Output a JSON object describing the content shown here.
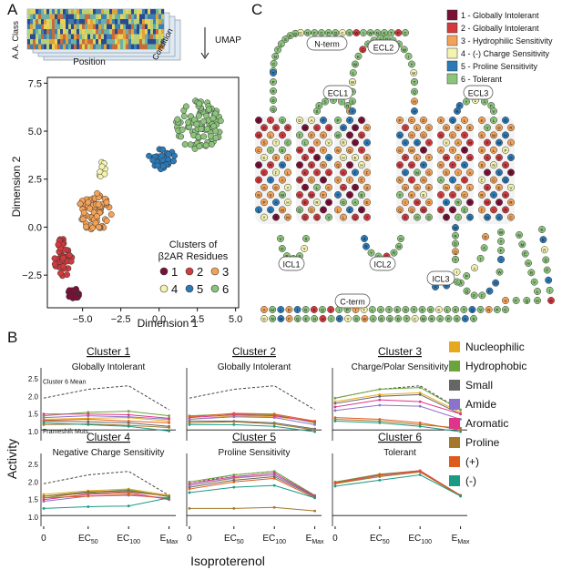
{
  "panel_labels": {
    "a": "A",
    "b": "B",
    "c": "C"
  },
  "panel_a": {
    "heatmap": {
      "y_label": "A.A. Class",
      "x_label": "Position",
      "z_label": "Condition",
      "arrow_label": "UMAP"
    },
    "scatter": {
      "xlabel": "Dimension 1",
      "ylabel": "Dimension 2",
      "legend_title": "Clusters of\nβ2AR Residues",
      "legend": [
        {
          "label": "1",
          "color": "#7b1036"
        },
        {
          "label": "2",
          "color": "#d23a3e"
        },
        {
          "label": "3",
          "color": "#f3a257"
        },
        {
          "label": "4",
          "color": "#f4f3b0"
        },
        {
          "label": "5",
          "color": "#2b7ab8"
        },
        {
          "label": "6",
          "color": "#8cc47c"
        }
      ],
      "x_ticks": [
        "−5.0",
        "−2.5",
        "0.0",
        "2.5",
        "5.0"
      ],
      "y_ticks": [
        "7.5",
        "5.0",
        "2.5",
        "0.0",
        "−2.5"
      ]
    }
  },
  "panel_c": {
    "legend": [
      {
        "label": "1 - Globally Intolerant",
        "color": "#7b1036"
      },
      {
        "label": "2 - Globally Intolerant",
        "color": "#d23a3e"
      },
      {
        "label": "3 - Hydrophilic Sensitivity",
        "color": "#f3a257"
      },
      {
        "label": "4 - (-) Charge Sensitivity",
        "color": "#f4f3b0"
      },
      {
        "label": "5 - Proline Sensitivity",
        "color": "#2b7ab8"
      },
      {
        "label": "6 - Tolerant",
        "color": "#8cc47c"
      }
    ],
    "labels": [
      "N-term",
      "ECL1",
      "ECL2",
      "ECL3",
      "ICL1",
      "ICL2",
      "ICL3",
      "C-term"
    ]
  },
  "panel_b": {
    "y_axis_label": "Activity",
    "x_axis_label": "Isoproterenol",
    "x_ticks": [
      "0",
      "EC50",
      "EC100",
      "EMax"
    ],
    "y_ticks": [
      "1.0",
      "1.5",
      "2.0",
      "2.5"
    ],
    "annotations": {
      "mean": "Cluster 6 Mean",
      "frameshift": "Frameshift Muts."
    },
    "legend": [
      {
        "label": "Nucleophilic",
        "color": "#e6a91d"
      },
      {
        "label": "Hydrophobic",
        "color": "#6ba43a"
      },
      {
        "label": "Small",
        "color": "#666666"
      },
      {
        "label": "Amide",
        "color": "#8a73c9"
      },
      {
        "label": "Aromatic",
        "color": "#e0338a"
      },
      {
        "label": "Proline",
        "color": "#a6762a"
      },
      {
        "label": "(+)",
        "color": "#de5b1b"
      },
      {
        "label": "(-)",
        "color": "#1a9a82"
      }
    ]
  },
  "chart_data": [
    {
      "type": "line",
      "title": "Cluster 1",
      "subtitle": "Globally Intolerant",
      "x": [
        "0",
        "EC50",
        "EC100",
        "EMax"
      ],
      "ylim": [
        0.9,
        2.6
      ],
      "reference": {
        "cluster6_mean": [
          1.95,
          2.2,
          2.3,
          1.62
        ],
        "frameshift": [
          1.05,
          1.05,
          1.05,
          1.05
        ]
      },
      "series": [
        {
          "name": "Nucleophilic",
          "values": [
            1.35,
            1.38,
            1.4,
            1.3
          ]
        },
        {
          "name": "Hydrophobic",
          "values": [
            1.45,
            1.55,
            1.58,
            1.45
          ]
        },
        {
          "name": "Small",
          "values": [
            1.3,
            1.28,
            1.25,
            1.15
          ]
        },
        {
          "name": "Amide",
          "values": [
            1.4,
            1.45,
            1.42,
            1.35
          ]
        },
        {
          "name": "Aromatic",
          "values": [
            1.5,
            1.5,
            1.48,
            1.38
          ]
        },
        {
          "name": "Proline",
          "values": [
            1.2,
            1.22,
            1.18,
            1.12
          ]
        },
        {
          "name": "(+)",
          "values": [
            1.32,
            1.35,
            1.3,
            1.25
          ]
        },
        {
          "name": "(-)",
          "values": [
            1.25,
            1.2,
            1.15,
            1.02
          ]
        }
      ]
    },
    {
      "type": "line",
      "title": "Cluster 2",
      "subtitle": "Globally Intolerant",
      "x": [
        "0",
        "EC50",
        "EC100",
        "EMax"
      ],
      "ylim": [
        0.9,
        2.6
      ],
      "reference": {
        "cluster6_mean": [
          1.95,
          2.2,
          2.3,
          1.62
        ],
        "frameshift": [
          1.05,
          1.05,
          1.05,
          1.05
        ]
      },
      "series": [
        {
          "name": "Nucleophilic",
          "values": [
            1.35,
            1.45,
            1.42,
            1.3
          ]
        },
        {
          "name": "Hydrophobic",
          "values": [
            1.45,
            1.5,
            1.48,
            1.25
          ]
        },
        {
          "name": "Small",
          "values": [
            1.3,
            1.3,
            1.25,
            1.08
          ]
        },
        {
          "name": "Amide",
          "values": [
            1.35,
            1.42,
            1.4,
            1.2
          ]
        },
        {
          "name": "Aromatic",
          "values": [
            1.4,
            1.48,
            1.45,
            1.28
          ]
        },
        {
          "name": "Proline",
          "values": [
            1.25,
            1.28,
            1.22,
            1.05
          ]
        },
        {
          "name": "(+)",
          "values": [
            1.42,
            1.52,
            1.5,
            1.3
          ]
        },
        {
          "name": "(-)",
          "values": [
            1.2,
            1.2,
            1.15,
            1.0
          ]
        }
      ]
    },
    {
      "type": "line",
      "title": "Cluster 3",
      "subtitle": "Charge/Polar Sensitivity",
      "x": [
        "0",
        "EC50",
        "EC100",
        "EMax"
      ],
      "ylim": [
        0.9,
        2.6
      ],
      "reference": {
        "cluster6_mean": [
          1.95,
          2.2,
          2.3,
          1.62
        ],
        "frameshift": [
          1.05,
          1.05,
          1.05,
          1.05
        ]
      },
      "series": [
        {
          "name": "Nucleophilic",
          "values": [
            1.85,
            2.05,
            2.1,
            1.55
          ]
        },
        {
          "name": "Hydrophobic",
          "values": [
            1.95,
            2.2,
            2.25,
            1.62
          ]
        },
        {
          "name": "Small",
          "values": [
            1.8,
            2.0,
            2.05,
            1.5
          ]
        },
        {
          "name": "Amide",
          "values": [
            1.6,
            1.75,
            1.72,
            1.35
          ]
        },
        {
          "name": "Aromatic",
          "values": [
            1.7,
            1.9,
            1.85,
            1.5
          ]
        },
        {
          "name": "Proline",
          "values": [
            1.35,
            1.3,
            1.2,
            1.1
          ]
        },
        {
          "name": "(+)",
          "values": [
            1.4,
            1.35,
            1.25,
            1.05
          ]
        },
        {
          "name": "(-)",
          "values": [
            1.3,
            1.25,
            1.15,
            1.0
          ]
        }
      ]
    },
    {
      "type": "line",
      "title": "Cluster 4",
      "subtitle": "Negative Charge Sensitivity",
      "x": [
        "0",
        "EC50",
        "EC100",
        "EMax"
      ],
      "ylim": [
        0.9,
        2.6
      ],
      "reference": {
        "cluster6_mean": [
          1.95,
          2.2,
          2.3,
          1.62
        ],
        "frameshift": [
          1.05,
          1.05,
          1.05,
          1.05
        ]
      },
      "series": [
        {
          "name": "Nucleophilic",
          "values": [
            1.65,
            1.75,
            1.8,
            1.62
          ]
        },
        {
          "name": "Hydrophobic",
          "values": [
            1.55,
            1.7,
            1.78,
            1.58
          ]
        },
        {
          "name": "Small",
          "values": [
            1.6,
            1.72,
            1.75,
            1.6
          ]
        },
        {
          "name": "Amide",
          "values": [
            1.45,
            1.6,
            1.62,
            1.55
          ]
        },
        {
          "name": "Aromatic",
          "values": [
            1.5,
            1.65,
            1.7,
            1.5
          ]
        },
        {
          "name": "Proline",
          "values": [
            1.6,
            1.68,
            1.72,
            1.6
          ]
        },
        {
          "name": "(+)",
          "values": [
            1.55,
            1.6,
            1.65,
            1.52
          ]
        },
        {
          "name": "(-)",
          "values": [
            1.25,
            1.3,
            1.32,
            1.55
          ]
        }
      ]
    },
    {
      "type": "line",
      "title": "Cluster 5",
      "subtitle": "Proline Sensitivity",
      "x": [
        "0",
        "EC50",
        "EC100",
        "EMax"
      ],
      "ylim": [
        0.9,
        2.6
      ],
      "reference": {
        "cluster6_mean": [
          1.95,
          2.2,
          2.3,
          1.62
        ],
        "frameshift": [
          1.05,
          1.05,
          1.05,
          1.05
        ]
      },
      "series": [
        {
          "name": "Nucleophilic",
          "values": [
            1.9,
            2.1,
            2.2,
            1.6
          ]
        },
        {
          "name": "Hydrophobic",
          "values": [
            2.0,
            2.2,
            2.3,
            1.62
          ]
        },
        {
          "name": "Small",
          "values": [
            1.85,
            2.05,
            2.15,
            1.58
          ]
        },
        {
          "name": "Amide",
          "values": [
            1.9,
            2.12,
            2.2,
            1.6
          ]
        },
        {
          "name": "Aromatic",
          "values": [
            1.95,
            2.15,
            2.25,
            1.6
          ]
        },
        {
          "name": "Proline",
          "values": [
            1.25,
            1.25,
            1.28,
            1.18
          ]
        },
        {
          "name": "(+)",
          "values": [
            1.8,
            2.0,
            2.1,
            1.55
          ]
        },
        {
          "name": "(-)",
          "values": [
            1.7,
            1.85,
            1.9,
            1.55
          ]
        }
      ]
    },
    {
      "type": "line",
      "title": "Cluster 6",
      "subtitle": "Tolerant",
      "x": [
        "0",
        "EC50",
        "EC100",
        "EMax"
      ],
      "ylim": [
        0.9,
        2.6
      ],
      "reference": {
        "frameshift": [
          1.05,
          1.05,
          1.05,
          1.05
        ]
      },
      "series": [
        {
          "name": "Nucleophilic",
          "values": [
            1.98,
            2.2,
            2.3,
            1.62
          ]
        },
        {
          "name": "Hydrophobic",
          "values": [
            2.0,
            2.22,
            2.32,
            1.62
          ]
        },
        {
          "name": "Small",
          "values": [
            1.97,
            2.2,
            2.3,
            1.62
          ]
        },
        {
          "name": "Amide",
          "values": [
            1.96,
            2.18,
            2.3,
            1.62
          ]
        },
        {
          "name": "Aromatic",
          "values": [
            1.98,
            2.2,
            2.32,
            1.62
          ]
        },
        {
          "name": "Proline",
          "values": [
            1.95,
            2.15,
            2.28,
            1.6
          ]
        },
        {
          "name": "(+)",
          "values": [
            1.97,
            2.2,
            2.3,
            1.62
          ]
        },
        {
          "name": "(-)",
          "values": [
            1.88,
            2.05,
            2.2,
            1.6
          ]
        }
      ]
    }
  ]
}
